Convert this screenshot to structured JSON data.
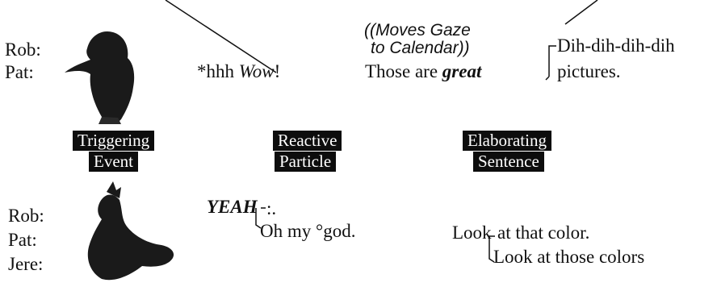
{
  "colors": {
    "ink": "#111111",
    "label_bg": "#0d0d0d",
    "label_text": "#ffffff"
  },
  "top_row": {
    "speakers": [
      "Rob:",
      "Pat:"
    ],
    "annotation_line1": "((Moves Gaze",
    "annotation_line2": "to Calendar))",
    "utterance_wow_prefix": "*hhh ",
    "utterance_wow_word": "Wow",
    "utterance_wow_suffix": "!",
    "those_are": "Those are ",
    "great": "great",
    "dih": "Dih-dih-dih-dih",
    "pictures": "pictures."
  },
  "labels": [
    {
      "line1": "Triggering",
      "line2": "Event"
    },
    {
      "line1": "Reactive",
      "line2": "Particle"
    },
    {
      "line1": "Elaborating",
      "line2": "Sentence"
    }
  ],
  "bottom_row": {
    "speakers": [
      "Rob:",
      "Pat:",
      "Jere:"
    ],
    "yeah": "YEAH",
    "yeah_suffix": ":.",
    "oh_my_god": "Oh my °god.",
    "look": "Look",
    "at_that_color": "at that color.",
    "look_at_those": "Look at those colors"
  },
  "icons": [
    "bird-figure-icon",
    "bird-figure-icon"
  ]
}
